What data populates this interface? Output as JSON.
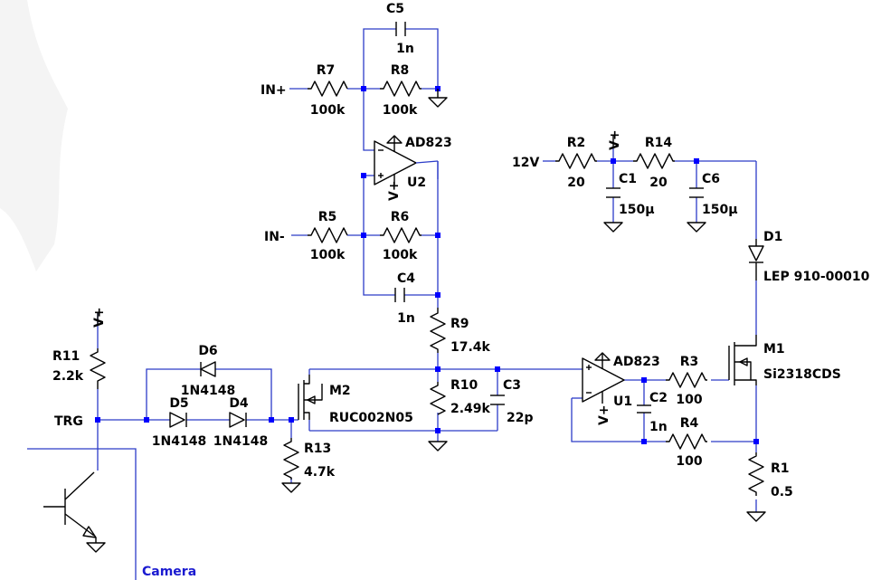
{
  "components": {
    "C5": {
      "ref": "C5",
      "value": "1n"
    },
    "R7": {
      "ref": "R7",
      "value": "100k"
    },
    "R8": {
      "ref": "R8",
      "value": "100k"
    },
    "U2": {
      "ref": "U2",
      "part": "AD823"
    },
    "R5": {
      "ref": "R5",
      "value": "100k"
    },
    "R6": {
      "ref": "R6",
      "value": "100k"
    },
    "C4": {
      "ref": "C4",
      "value": "1n"
    },
    "R9": {
      "ref": "R9",
      "value": "17.4k"
    },
    "R10": {
      "ref": "R10",
      "value": "2.49k"
    },
    "C3": {
      "ref": "C3",
      "value": "22p"
    },
    "M2": {
      "ref": "M2",
      "part": "RUC002N05"
    },
    "R13": {
      "ref": "R13",
      "value": "4.7k"
    },
    "R11": {
      "ref": "R11",
      "value": "2.2k"
    },
    "D6": {
      "ref": "D6",
      "part": "1N4148"
    },
    "D5": {
      "ref": "D5",
      "part": "1N4148"
    },
    "D4": {
      "ref": "D4",
      "part": "1N4148"
    },
    "U1": {
      "ref": "U1",
      "part": "AD823"
    },
    "C2": {
      "ref": "C2",
      "value": "1n"
    },
    "R3": {
      "ref": "R3",
      "value": "100"
    },
    "R4": {
      "ref": "R4",
      "value": "100"
    },
    "M1": {
      "ref": "M1",
      "part": "Si2318CDS"
    },
    "R1": {
      "ref": "R1",
      "value": "0.5"
    },
    "R2": {
      "ref": "R2",
      "value": "20"
    },
    "R14": {
      "ref": "R14",
      "value": "20"
    },
    "C1": {
      "ref": "C1",
      "value": "150µ"
    },
    "C6": {
      "ref": "C6",
      "value": "150µ"
    },
    "D1": {
      "ref": "D1",
      "part": "LEP 910-00010"
    }
  },
  "nets": {
    "in_plus": "IN+",
    "in_minus": "IN-",
    "supply_12v": "12V",
    "vplus": "V+",
    "trg": "TRG",
    "camera": "Camera"
  }
}
